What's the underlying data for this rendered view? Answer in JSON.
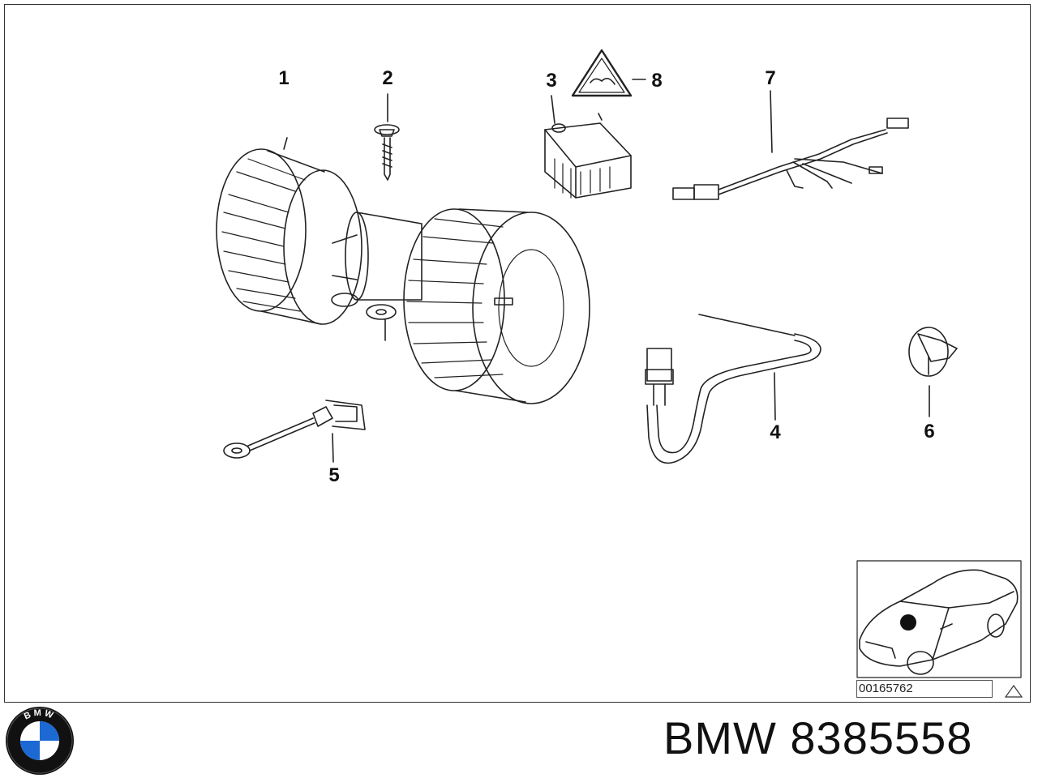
{
  "diagram": {
    "callouts": [
      {
        "id": "1",
        "label": "1"
      },
      {
        "id": "2",
        "label": "2"
      },
      {
        "id": "3",
        "label": "3"
      },
      {
        "id": "4",
        "label": "4"
      },
      {
        "id": "5",
        "label": "5"
      },
      {
        "id": "6",
        "label": "6"
      },
      {
        "id": "7",
        "label": "7"
      },
      {
        "id": "8",
        "label": "8"
      }
    ],
    "reference_code": "00165762"
  },
  "footer": {
    "brand_label": "BMW 8385558",
    "logo_icon": "bmw-roundel-logo",
    "logo_text": "BMW"
  },
  "colors": {
    "line": "#222222",
    "logo_blue": "#1c69d4",
    "logo_ring": "#111111"
  }
}
